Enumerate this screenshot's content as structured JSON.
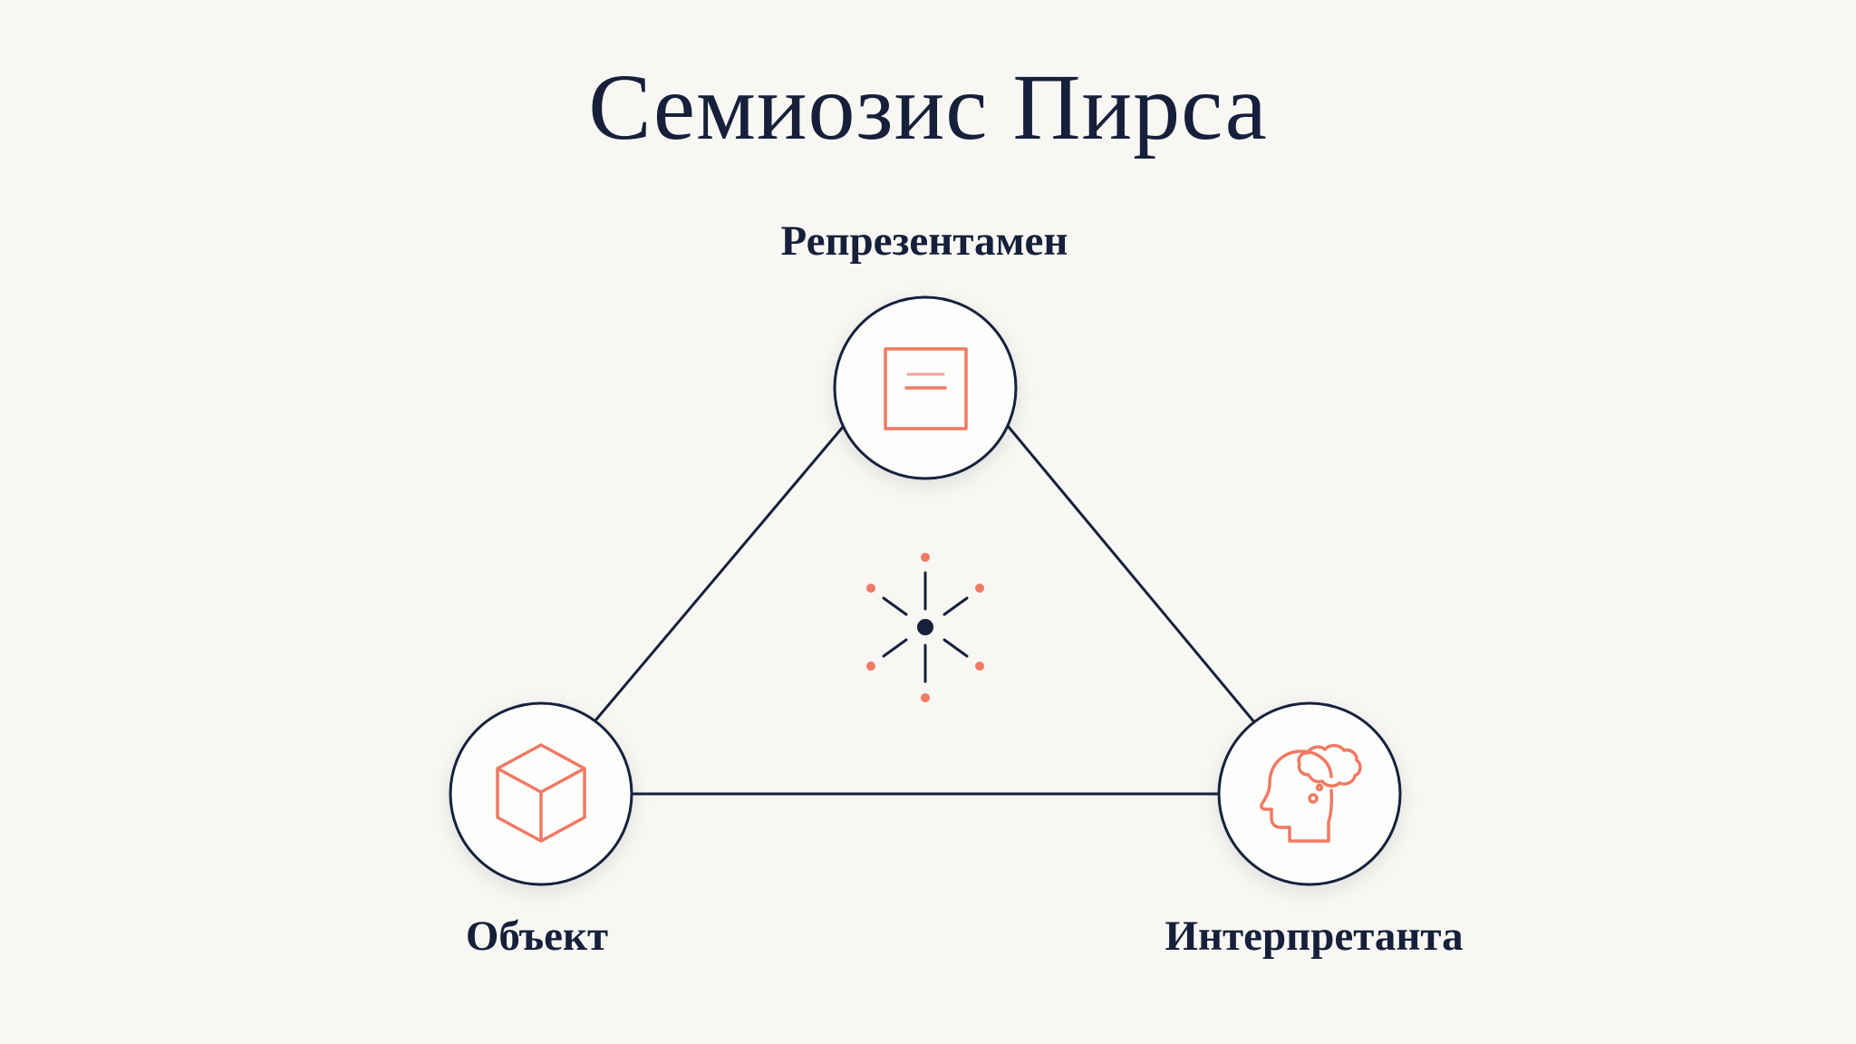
{
  "title": "Семиозис Пирса",
  "nodes": {
    "representamen": {
      "label": "Репрезентамен",
      "icon": "document-icon"
    },
    "object": {
      "label": "Объект",
      "icon": "cube-icon"
    },
    "interpretant": {
      "label": "Интерпретанта",
      "icon": "thinking-head-icon"
    }
  },
  "center_icon": "sparkle-icon",
  "colors": {
    "background": "#f8f7f4",
    "ink": "#16203a",
    "accent": "#f07a63",
    "node_fill": "#fdfdfc"
  }
}
